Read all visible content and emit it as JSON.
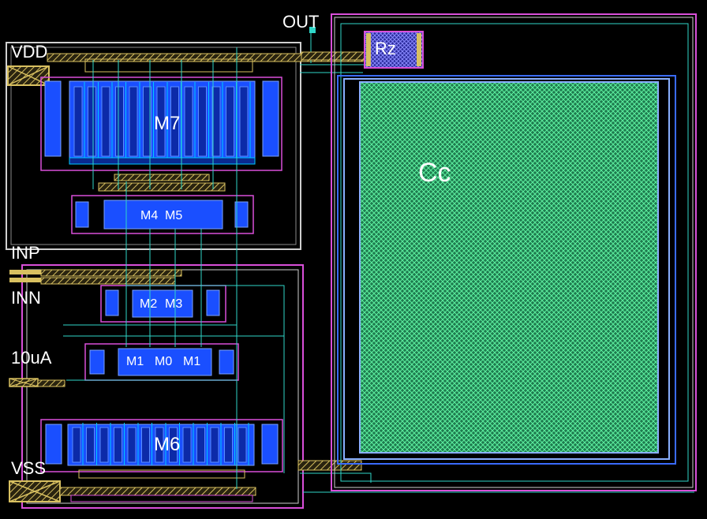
{
  "pins": {
    "vdd": "VDD",
    "out": "OUT",
    "inp": "INP",
    "inn": "INN",
    "bias": "10uA",
    "vss": "VSS"
  },
  "devices": {
    "m7": "M7",
    "m4": "M4",
    "m5": "M5",
    "m2": "M2",
    "m3": "M3",
    "m1_left": "M1",
    "m0": "M0",
    "m1_right": "M1",
    "m6": "M6",
    "rz": "Rz",
    "cc": "Cc"
  },
  "colors": {
    "background": "#000000",
    "diffusion": "#1a4fff",
    "metal1": "#3a6bff",
    "poly": "#00c8ff",
    "metal2_hatch": "#d8c060",
    "well_outline": "#d94fd9",
    "boundary": "#cfcfcf",
    "capacitor": "#3fd08a",
    "resistor": "#5a5af0",
    "routing": "#2fd6c8",
    "label_text": "#ffffff"
  }
}
